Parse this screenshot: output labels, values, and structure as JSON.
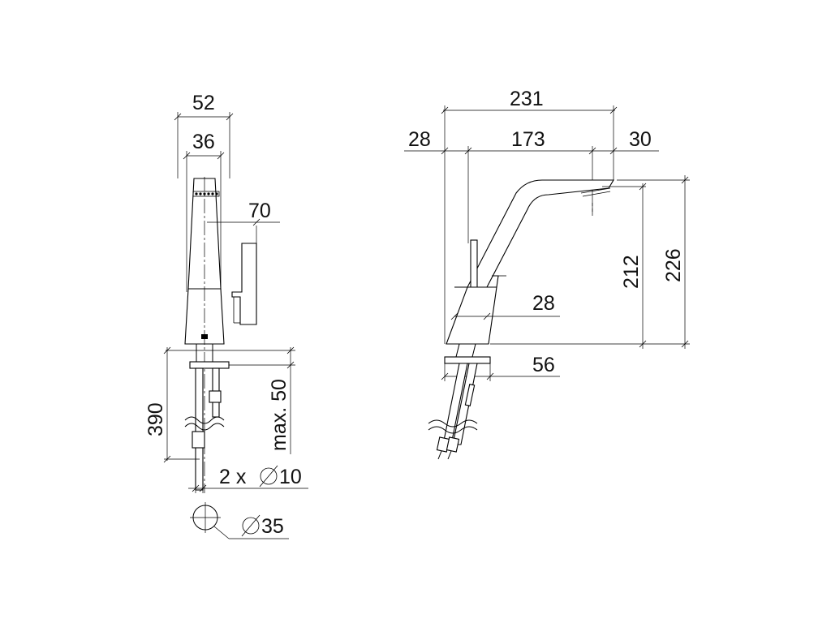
{
  "front_view": {
    "dims": {
      "overall_width": "52",
      "body_width": "36",
      "lever": "70",
      "depth": "390",
      "max_thickness": "max. 50",
      "hoses": "2 x",
      "hose_diameter": "10",
      "hole_diameter": "35"
    }
  },
  "side_view": {
    "dims": {
      "total_length": "231",
      "rear_offset": "28",
      "reach": "173",
      "spout_tip": "30",
      "height_outlet": "212",
      "height_total": "226",
      "base_height": "28",
      "base_depth": "56"
    }
  }
}
